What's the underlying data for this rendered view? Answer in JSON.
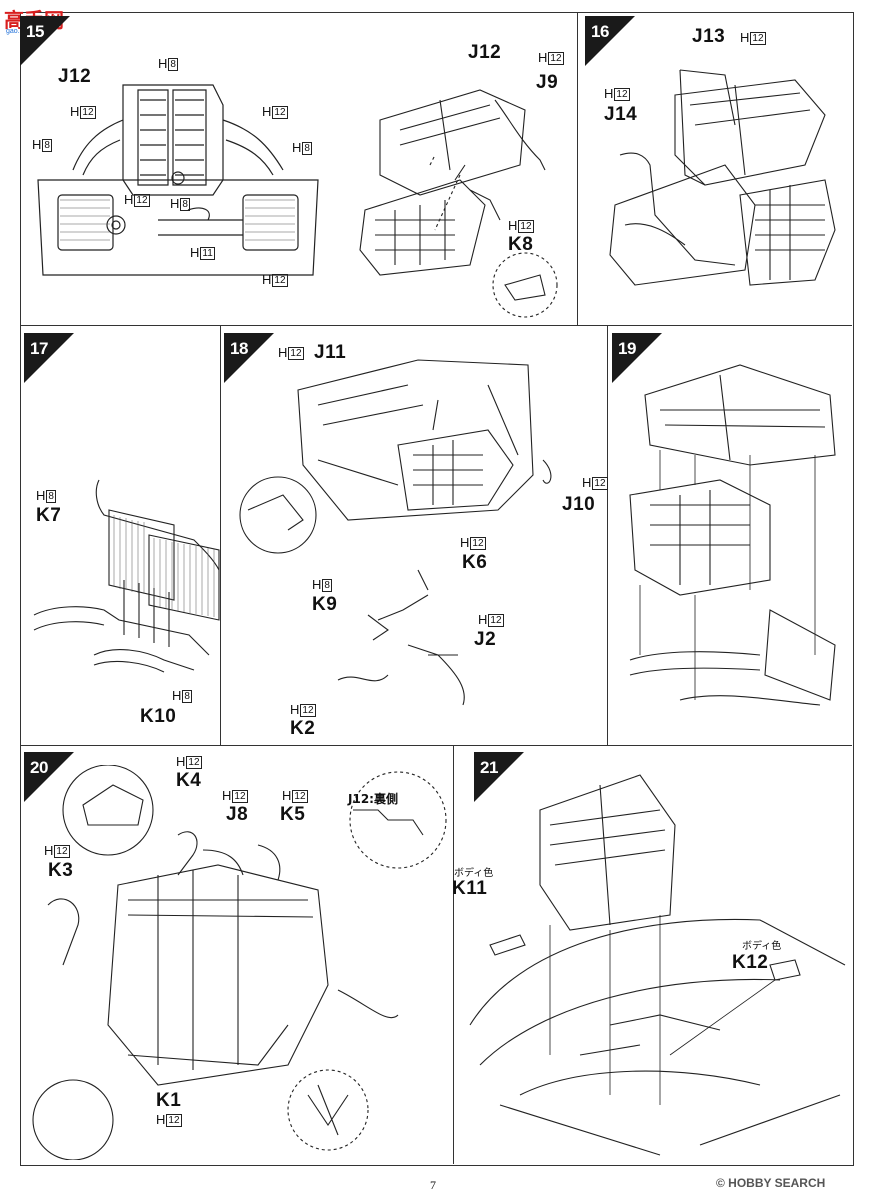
{
  "logo": {
    "text": "高手网",
    "sub": "gao.shou.com"
  },
  "page_number": "7",
  "watermark": "© HOBBY SEARCH",
  "steps": [
    "15",
    "16",
    "17",
    "18",
    "19",
    "20",
    "21"
  ],
  "step15": {
    "title": "J12",
    "h8a": "H",
    "h8a_n": "8",
    "h12a": "H",
    "h12a_n": "12",
    "h8b": "H",
    "h8b_n": "8",
    "h12b": "H",
    "h12b_n": "12",
    "h8c": "H",
    "h8c_n": "8",
    "h12c": "H",
    "h12c_n": "12",
    "h8d": "H",
    "h8d_n": "8",
    "h11": "H",
    "h11_n": "11",
    "h12d": "H",
    "h12d_n": "12",
    "j12": "J12",
    "j12h": "H",
    "j12h_n": "12",
    "j9": "J9",
    "k8h": "H",
    "k8h_n": "12",
    "k8": "K8"
  },
  "step16": {
    "j13": "J13",
    "j13h": "H",
    "j13h_n": "12",
    "j14h": "H",
    "j14h_n": "12",
    "j14": "J14"
  },
  "step17": {
    "k7h": "H",
    "k7h_n": "8",
    "k7": "K7",
    "k10h": "H",
    "k10h_n": "8",
    "k10": "K10"
  },
  "step18": {
    "j11h": "H",
    "j11h_n": "12",
    "j11": "J11",
    "j10h": "H",
    "j10h_n": "12",
    "j10": "J10",
    "k6h": "H",
    "k6h_n": "12",
    "k6": "K6",
    "k9h": "H",
    "k9h_n": "8",
    "k9": "K9",
    "j2h": "H",
    "j2h_n": "12",
    "j2": "J2",
    "k2h": "H",
    "k2h_n": "12",
    "k2": "K2"
  },
  "step20": {
    "k4h": "H",
    "k4h_n": "12",
    "k4": "K4",
    "j8h": "H",
    "j8h_n": "12",
    "j8": "J8",
    "k5h": "H",
    "k5h_n": "12",
    "k5": "K5",
    "k3h": "H",
    "k3h_n": "12",
    "k3": "K3",
    "k1": "K1",
    "k1h": "H",
    "k1h_n": "12",
    "callout": "J12:裏側"
  },
  "step21": {
    "k11c": "ボディ色",
    "k11": "K11",
    "k12c": "ボディ色",
    "k12": "K12"
  }
}
